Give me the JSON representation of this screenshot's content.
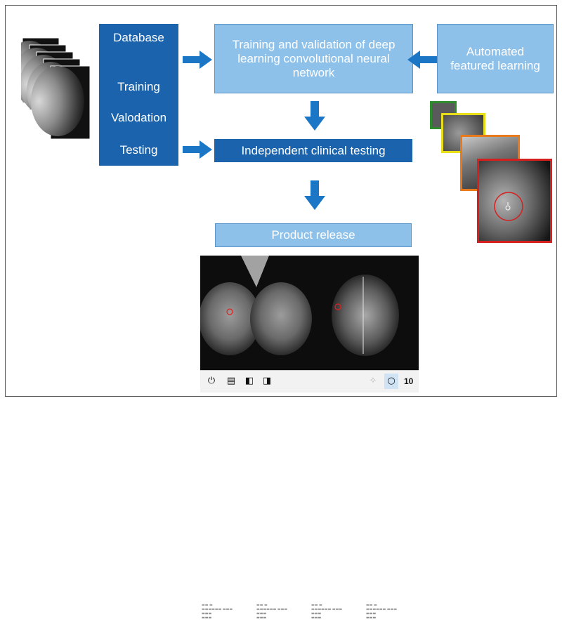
{
  "database_column": {
    "title": "Database",
    "items": [
      "Training",
      "Valodation",
      "Testing"
    ]
  },
  "training_box": {
    "text": "Training and validation of deep learning convolutional neural network"
  },
  "automated_box": {
    "text": "Automated featured learning"
  },
  "clinical_box": {
    "text": "Independent clinical testing"
  },
  "release_box": {
    "text": "Product release"
  },
  "viewer": {
    "toolbar": {
      "icons": [
        "power-icon",
        "layout-icon",
        "prev-icon",
        "next-icon",
        "crosshair-icon",
        "circle-icon"
      ],
      "zoom_value": "10"
    }
  },
  "colors": {
    "dark_blue": "#1b63ad",
    "light_blue": "#8ec1ea",
    "arrow_blue": "#1b77c6",
    "tile_green": "#2e8b2e",
    "tile_yellow": "#e8df1a",
    "tile_orange": "#e87a1c",
    "tile_red": "#d62020"
  }
}
